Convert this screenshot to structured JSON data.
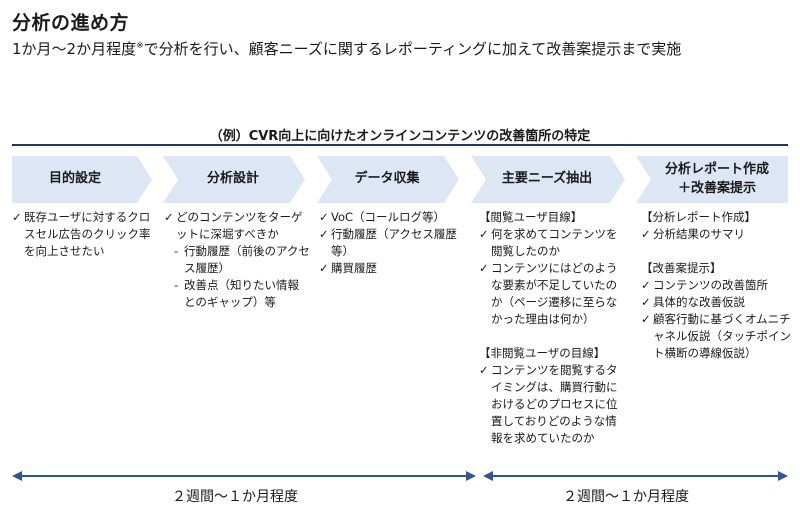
{
  "header": {
    "title": "分析の進め方",
    "subtitle_main": "1か月～2か月程度",
    "subtitle_mark": "※",
    "subtitle_rest": "で分析を行い、顧客ニーズに関するレポーティングに加えて改善案提示まで実施"
  },
  "diagram": {
    "heading": "（例）CVR向上に向けたオンラインコンテンツの改善箇所の特定",
    "steps": [
      {
        "label": "目的設定"
      },
      {
        "label": "分析設計"
      },
      {
        "label": "データ収集"
      },
      {
        "label": "主要ニーズ抽出"
      },
      {
        "label_line1": "分析レポート作成",
        "label_line2": "＋改善案提示"
      }
    ],
    "col1": {
      "items": [
        "既存ユーザに対するクロスセル広告のクリック率を向上させたい"
      ]
    },
    "col2": {
      "item": "どのコンテンツをターゲットに深堀すべきか",
      "subitems": [
        "行動履歴（前後のアクセス履歴）",
        "改善点（知りたい情報とのギャップ）等"
      ]
    },
    "col3": {
      "items": [
        "VoC（コールログ等）",
        "行動履歴（アクセス履歴等）",
        "購買履歴"
      ]
    },
    "col4": {
      "group1": {
        "heading": "【閲覧ユーザ目線】",
        "items": [
          "何を求めてコンテンツを閲覧したのか",
          "コンテンツにはどのような要素が不足していたのか（ページ遷移に至らなかった理由は何か）"
        ]
      },
      "group2": {
        "heading": "【非閲覧ユーザの目線】",
        "items": [
          "コンテンツを閲覧するタイミングは、購買行動におけるどのプロセスに位置しておりどのような情報を求めていたのか"
        ]
      }
    },
    "col5": {
      "group1": {
        "heading": "【分析レポート作成】",
        "items": [
          "分析結果のサマリ"
        ]
      },
      "group2": {
        "heading": "【改善案提示】",
        "items": [
          "コンテンツの改善箇所",
          "具体的な改善仮説",
          "顧客行動に基づくオムニチャネル仮説（タッチポイント横断の導線仮説）"
        ]
      }
    }
  },
  "timeline": {
    "period1": "２週間～１か月程度",
    "period2": "２週間～１か月程度",
    "arrow_color": "#2e5597"
  }
}
